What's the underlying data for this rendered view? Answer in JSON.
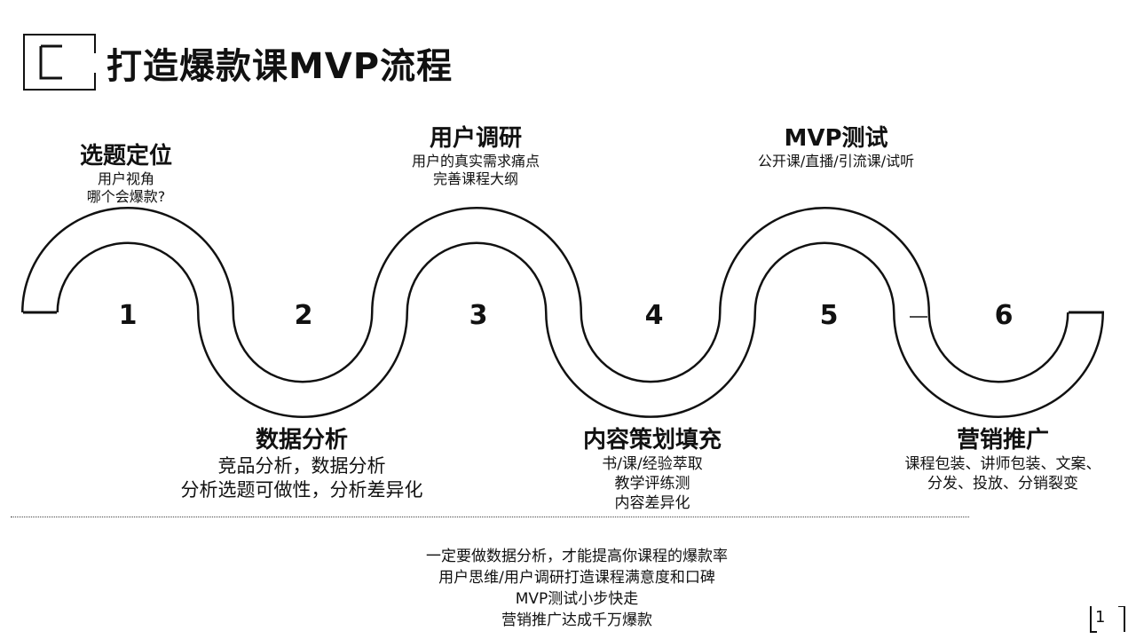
{
  "title": "打造爆款课MVP流程",
  "stages": [
    {
      "num": "1",
      "name": "选题定位",
      "desc": [
        "用户视角",
        "哪个会爆款?"
      ]
    },
    {
      "num": "2",
      "name": "数据分析",
      "desc": [
        "竞品分析，数据分析",
        "分析选题可做性，分析差异化"
      ]
    },
    {
      "num": "3",
      "name": "用户调研",
      "desc": [
        "用户的真实需求痛点",
        "完善课程大纲"
      ]
    },
    {
      "num": "4",
      "name": "内容策划填充",
      "desc": [
        "书/课/经验萃取",
        "教学评练测",
        "内容差异化"
      ]
    },
    {
      "num": "5",
      "name": "MVP测试",
      "desc": [
        "公开课/直播/引流课/试听"
      ]
    },
    {
      "num": "6",
      "name": "营销推广",
      "desc": [
        "课程包装、讲师包装、文案、",
        "分发、投放、分销裂变"
      ]
    }
  ],
  "summary": [
    "一定要做数据分析，才能提高你课程的爆款率",
    "用户思维/用户调研打造课程满意度和口碑",
    "MVP测试小步快走",
    "营销推广达成千万爆款"
  ],
  "page_number": "1"
}
